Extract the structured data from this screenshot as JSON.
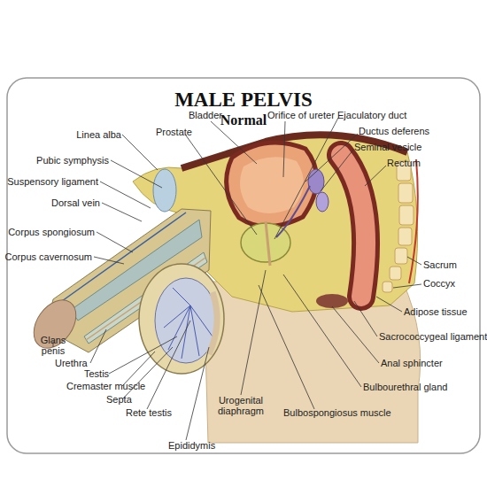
{
  "diagram": {
    "title": "MALE PELVIS",
    "labels": [
      "Normal",
      "Linea alba",
      "Pubic symphysis",
      "Suspensory ligament",
      "Dorsal vein",
      "Corpus spongiosum",
      "Corpus cavernosum",
      "Prostate",
      "Bladder",
      "Orifice of ureter",
      "Ejaculatory duct",
      "Ductus deferens",
      "Seminal vesicle",
      "Rectum",
      "Sacrum",
      "Coccyx",
      "Adipose tissue",
      "Sacrococcygeal ligament",
      "Anal sphincter",
      "Bulbourethral gland",
      "Bulbospongiosus muscle",
      "Urogenital diaphragm",
      "Epididymis",
      "Rete testis",
      "Septa",
      "Cremaster muscle",
      "Testis",
      "Urethra",
      "Glans penis"
    ]
  }
}
